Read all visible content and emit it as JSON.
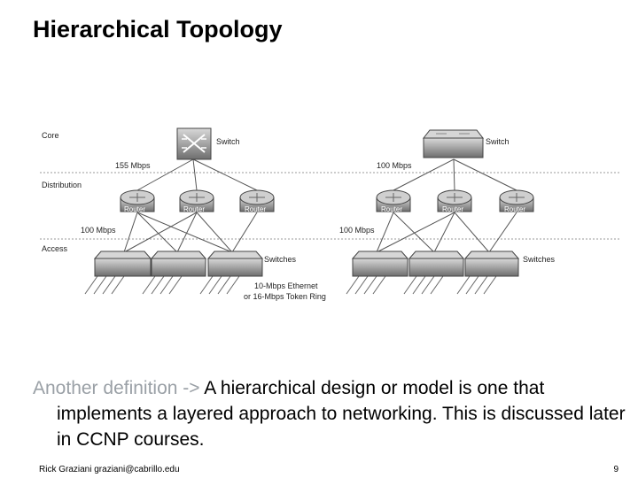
{
  "slide": {
    "title": "Hierarchical Topology",
    "body_lead": "Another definition ->",
    "body_rest": " A hierarchical design or model is one that implements a layered approach to networking.  This is discussed later in CCNP courses.",
    "footer_author": "Rick Graziani  graziani@cabrillo.edu",
    "page_number": "9"
  },
  "diagram": {
    "layers": {
      "core": "Core",
      "distribution": "Distribution",
      "access": "Access"
    },
    "left": {
      "core_label": "Switch",
      "core_link_speed": "155 Mbps",
      "access_link_speed": "100 Mbps",
      "routers": [
        "Router",
        "Router",
        "Router"
      ]
    },
    "right": {
      "core_label": "Switch",
      "core_link_speed": "100 Mbps",
      "access_link_speed": "100 Mbps",
      "routers": [
        "Router",
        "Router",
        "Router"
      ],
      "switches_label": "Switches"
    },
    "left_switches_label": "Switches",
    "lan_note_line1": "10-Mbps Ethernet",
    "lan_note_line2": "or 16-Mbps Token Ring"
  },
  "colors": {
    "lead_text": "#9aa0a6",
    "device": "#8a8a8a",
    "device_light": "#c8c8c8",
    "divider": "#9a9a9a"
  }
}
